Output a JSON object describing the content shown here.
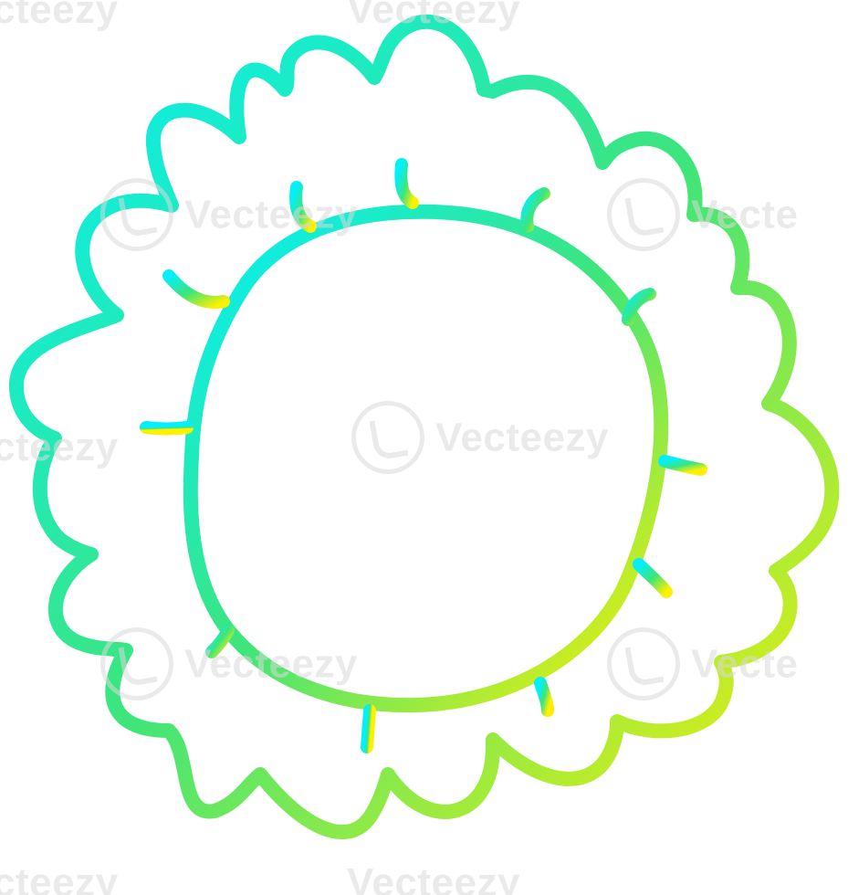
{
  "watermark": {
    "text": "Vecteezy",
    "partial_left": "cteezy",
    "partial_right": "Vecte"
  },
  "colors": {
    "gradient_start": "#00f0ff",
    "gradient_mid": "#2fe38a",
    "gradient_end": "#fff000",
    "background": "#ffffff"
  },
  "art": {
    "subject": "sun-doodle",
    "icon": "sun-icon"
  }
}
